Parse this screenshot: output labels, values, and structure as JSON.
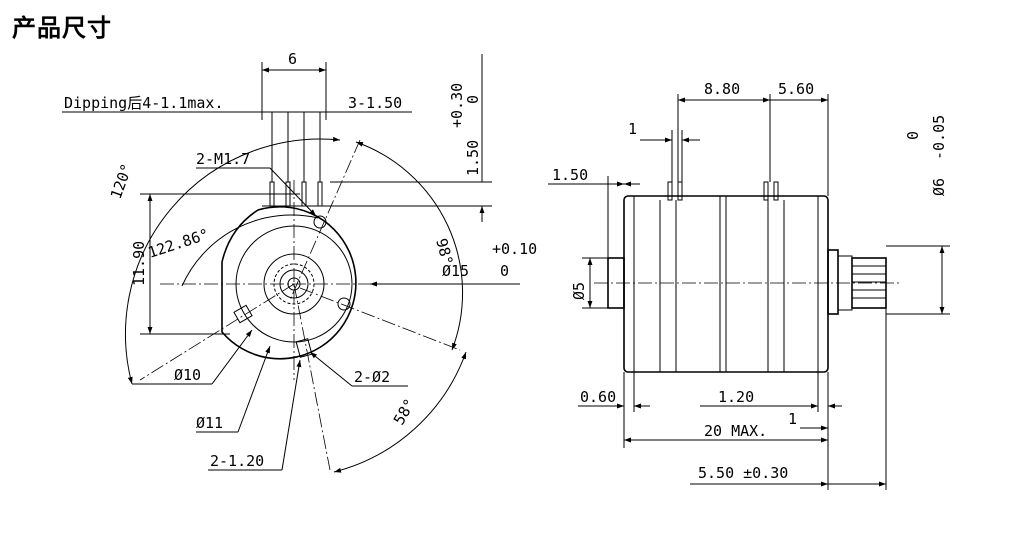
{
  "heading": "产品尺寸",
  "front_view": {
    "dim_top": "6",
    "dipping_note": "Dipping后4-1.1max.",
    "pin_pitch": "3-1.50",
    "mount_hole": "2-M1.7",
    "angle_120": "120°",
    "angle_122": "122.86°",
    "height": "11.90",
    "angle_98": "98°",
    "body_dia": "Ø15",
    "tol_upper": "+0.10",
    "tol_lower": "0",
    "d10": "Ø10",
    "d11": "Ø11",
    "hole_d2": "2-Ø2",
    "slot": "2-1.20",
    "angle_58": "58°",
    "pin_tol_upper": "+0.30",
    "pin_tol_lower": "0",
    "pin_len": "1.50"
  },
  "side_view": {
    "d880": "8.80",
    "d560": "5.60",
    "d1_top": "1",
    "d150": "1.50",
    "d5": "Ø5",
    "shaft_tol_upper": "0",
    "shaft_tol_lower": "-0.05",
    "shaft_dia": "Ø6",
    "d060": "0.60",
    "d120": "1.20",
    "d1_bottom": "1",
    "d20": "20 MAX.",
    "d550": "5.50 ±0.30"
  }
}
